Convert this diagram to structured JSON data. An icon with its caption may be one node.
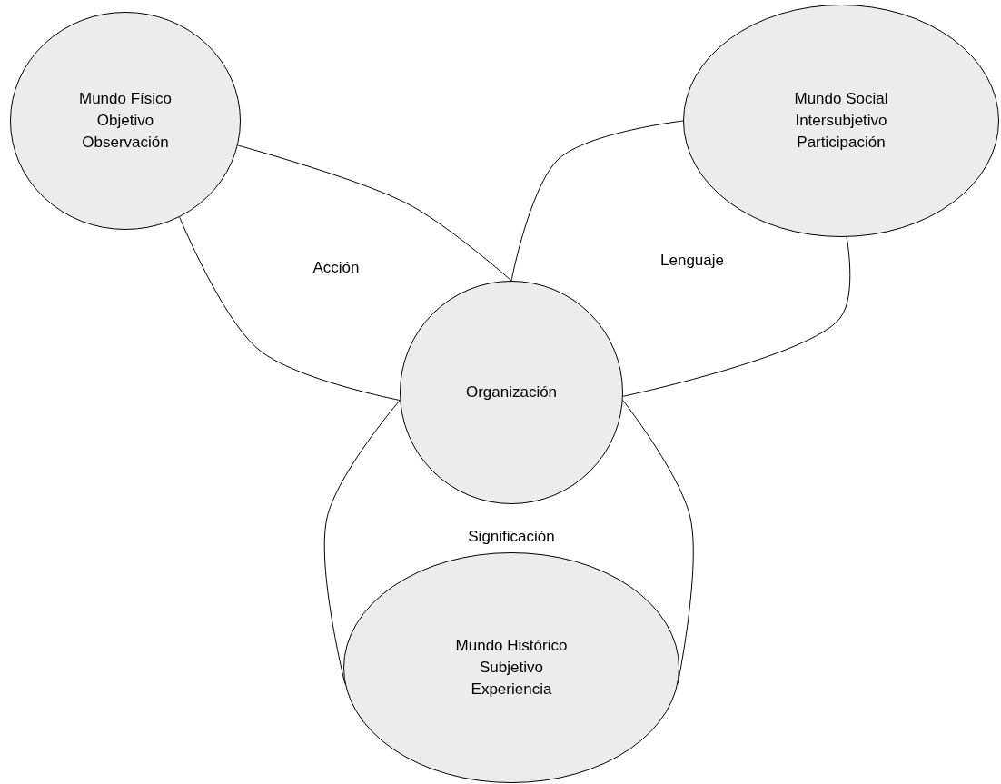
{
  "diagram": {
    "nodes": [
      {
        "text": [
          "Mundo Físico",
          "Objetivo",
          "Observación"
        ]
      },
      {
        "text": [
          "Mundo Social",
          "Intersubjetivo",
          "Participación"
        ]
      },
      {
        "text": [
          "Organización"
        ]
      },
      {
        "text": [
          "Mundo Histórico",
          "Subjetivo",
          "Experiencia"
        ]
      }
    ],
    "edges": [
      {
        "from": 0,
        "to": 2,
        "arrow": "none"
      },
      {
        "from": 0,
        "to": 2,
        "arrow": "none"
      },
      {
        "from": 1,
        "to": 2,
        "arrow": "none"
      },
      {
        "from": 1,
        "to": 2,
        "arrow": "none"
      },
      {
        "from": 2,
        "to": 3,
        "arrow": "none"
      },
      {
        "from": 2,
        "to": 3,
        "arrow": "none"
      }
    ],
    "labels": [
      "Acción",
      "Lenguaje",
      "Significación"
    ]
  }
}
